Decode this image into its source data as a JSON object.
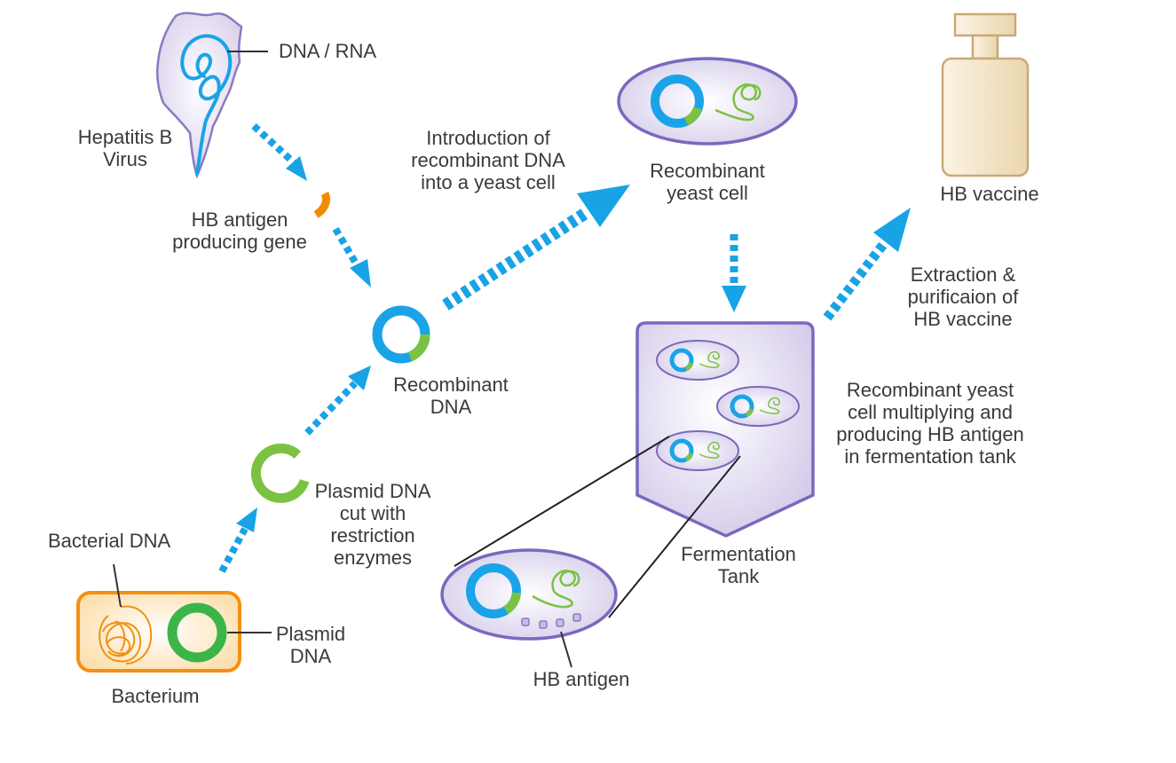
{
  "diagram": {
    "title": "Production of Hepatitis B vaccine by recombinant DNA technology",
    "colors": {
      "arrow": "#18a3e6",
      "virus_fill": "#ddd6ee",
      "virus_stroke": "#8a7bbf",
      "cell_fill": "#e6e0f2",
      "cell_stroke": "#7b68bd",
      "viral_dna": "#1aa3e8",
      "plasmid_green": "#3bb54a",
      "insert_green": "#7cc242",
      "gene_orange": "#f08c00",
      "bacterium_fill": "#fde8c6",
      "bacterium_stroke": "#f29111",
      "vaccine_fill": "#f0dfbf",
      "vaccine_stroke": "#c9a978",
      "leader_line": "#222222",
      "text": "#3a3a3a"
    },
    "labels": {
      "dna_rna": "DNA / RNA",
      "hep_b_virus": "Hepatitis B\nVirus",
      "hb_gene": "HB antigen\nproducing gene",
      "introduction": "Introduction of\nrecombinant DNA\ninto a yeast cell",
      "recombinant_yeast": "Recombinant\nyeast cell",
      "hb_vaccine": "HB vaccine",
      "extraction": "Extraction &\npurificaion of\nHB vaccine",
      "recombinant_dna": "Recombinant\nDNA",
      "multiplying": "Recombinant yeast\ncell multiplying and\nproducing HB antigen\nin fermentation tank",
      "plasmid_cut": "Plasmid DNA\ncut with\nrestriction\nenzymes",
      "bacterial_dna": "Bacterial DNA",
      "plasmid_dna": "Plasmid\nDNA",
      "bacterium": "Bacterium",
      "fermentation_tank": "Fermentation\nTank",
      "hb_antigen": "HB antigen"
    },
    "steps": [
      {
        "from": "Hepatitis B Virus",
        "to": "HB antigen producing gene"
      },
      {
        "from": "HB antigen producing gene",
        "to": "Recombinant DNA"
      },
      {
        "from": "Bacterium",
        "to": "Plasmid DNA cut with restriction enzymes"
      },
      {
        "from": "Plasmid DNA cut with restriction enzymes",
        "to": "Recombinant DNA"
      },
      {
        "from": "Recombinant DNA",
        "to": "Recombinant yeast cell",
        "label": "Introduction of recombinant DNA into a yeast cell"
      },
      {
        "from": "Recombinant yeast cell",
        "to": "Fermentation Tank"
      },
      {
        "from": "Fermentation Tank",
        "to": "HB vaccine",
        "label": "Extraction & purificaion of HB vaccine"
      }
    ]
  }
}
